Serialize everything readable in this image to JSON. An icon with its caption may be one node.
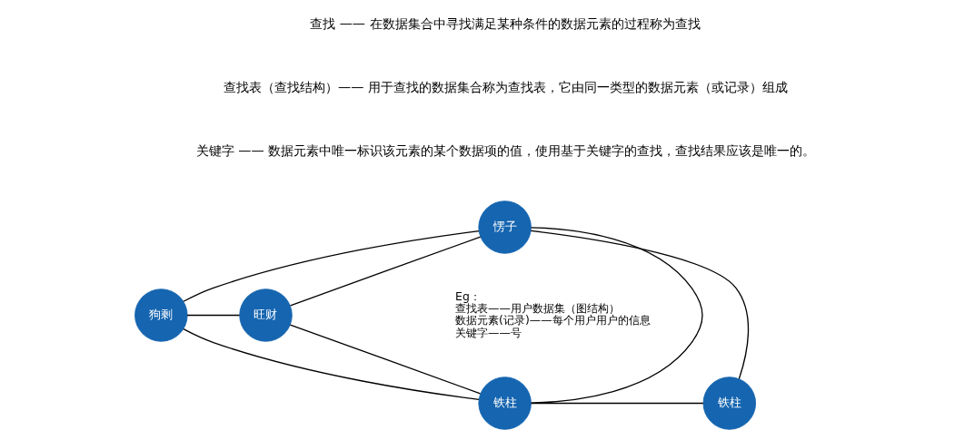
{
  "diagram": {
    "nodes": [
      {
        "text": [
          "愣子"
        ]
      },
      {
        "text": [
          "狗剩"
        ]
      },
      {
        "text": [
          "旺财"
        ]
      },
      {
        "text": [
          "铁柱"
        ]
      },
      {
        "text": [
          "铁柱"
        ]
      }
    ],
    "edges": [
      {
        "from": 0,
        "to": 1,
        "arrow": "none"
      },
      {
        "from": 0,
        "to": 2,
        "arrow": "none"
      },
      {
        "from": 0,
        "to": 3,
        "arrow": "none"
      },
      {
        "from": 0,
        "to": 4,
        "arrow": "none"
      },
      {
        "from": 1,
        "to": 2,
        "arrow": "none"
      },
      {
        "from": 1,
        "to": 3,
        "arrow": "none"
      },
      {
        "from": 3,
        "to": 4,
        "arrow": "none"
      },
      {
        "from": 3,
        "to": 2,
        "arrow": "none"
      }
    ],
    "labels": [
      "查找 —— 在数据集合中寻找满足某种条件的数据元素的过程称为查找",
      "查找表（查找结构）—— 用于查找的数据集合称为查找表，它由同一类型的数据元素（或记录）组成",
      "关键字 —— 数据元素中唯一标识该元素的某个数据项的值，使用基于关键字的查找，查找结果应该是唯一的。",
      "Eg：",
      "查找表——用户数据集（图结构）",
      "数据元素(记录)——每个用户用户的信息",
      "关键字——号"
    ]
  }
}
